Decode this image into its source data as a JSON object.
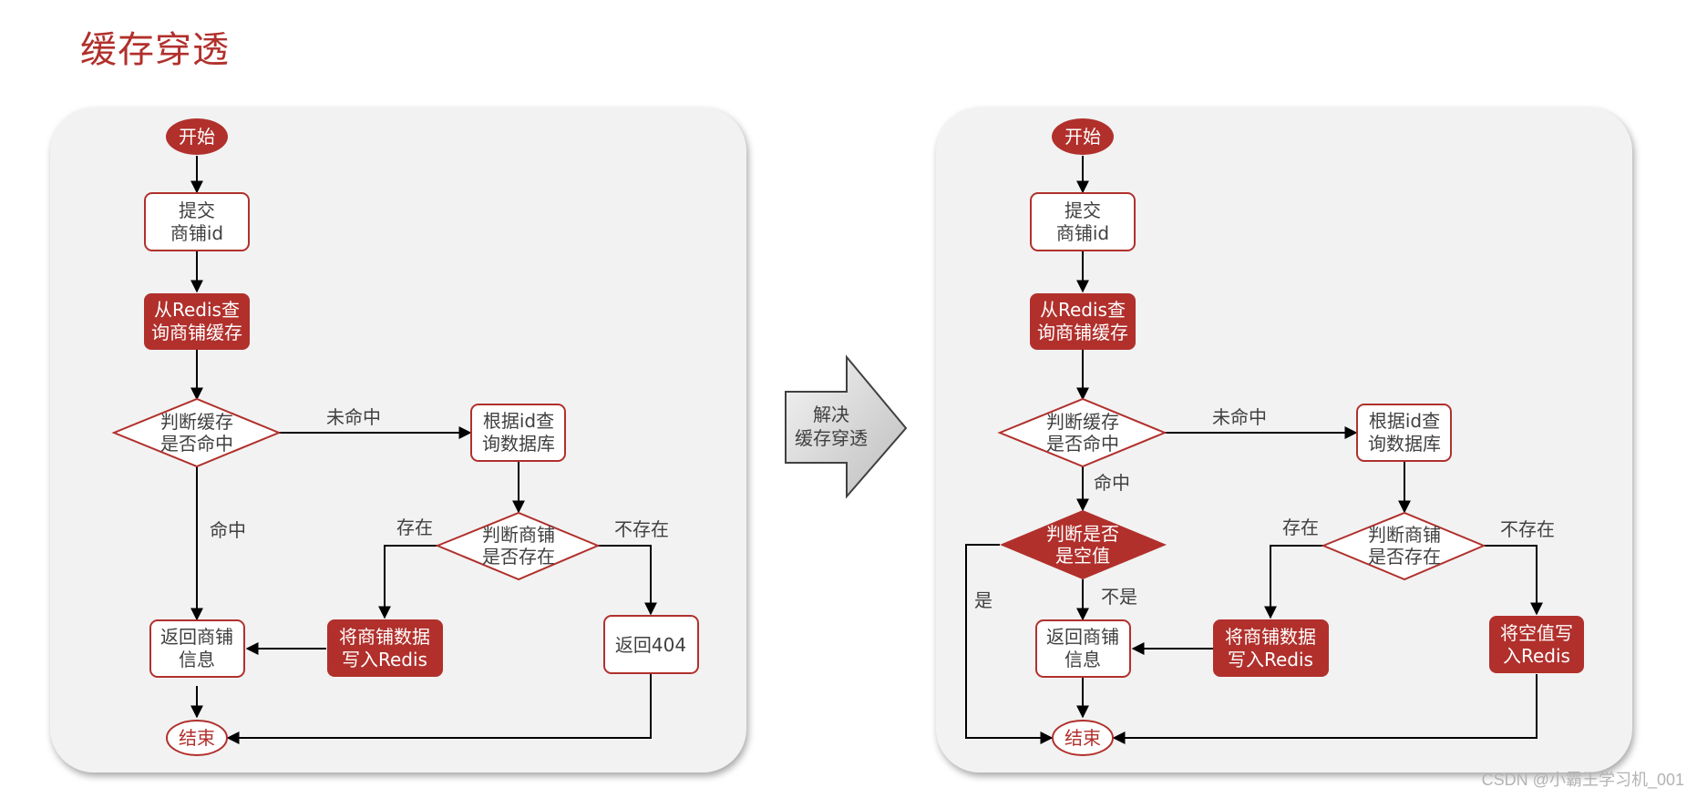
{
  "title": "缓存穿透",
  "arrow_label": [
    "解决",
    "缓存穿透"
  ],
  "labels": {
    "start": "开始",
    "submit": [
      "提交",
      "商铺id"
    ],
    "query_cache": [
      "从Redis查",
      "询商铺缓存"
    ],
    "judge_hit": [
      "判断缓存",
      "是否命中"
    ],
    "query_db": [
      "根据id查",
      "询数据库"
    ],
    "judge_exist": [
      "判断商铺",
      "是否存在"
    ],
    "return_shop": [
      "返回商铺",
      "信息"
    ],
    "write_redis": [
      "将商铺数据",
      "写入Redis"
    ],
    "return_404": "返回404",
    "end": "结束",
    "judge_null": [
      "判断是否",
      "是空值"
    ],
    "write_null": [
      "将空值写",
      "入Redis"
    ]
  },
  "edges": {
    "miss": "未命中",
    "hit": "命中",
    "exists": "存在",
    "not_exists": "不存在",
    "yes": "是",
    "no": "不是"
  },
  "colors": {
    "accent": "#b1302c",
    "panel": "#f2f2f2",
    "line": "#000000",
    "text_dark": "#404040"
  },
  "watermark": "CSDN @小霸王学习机_001"
}
